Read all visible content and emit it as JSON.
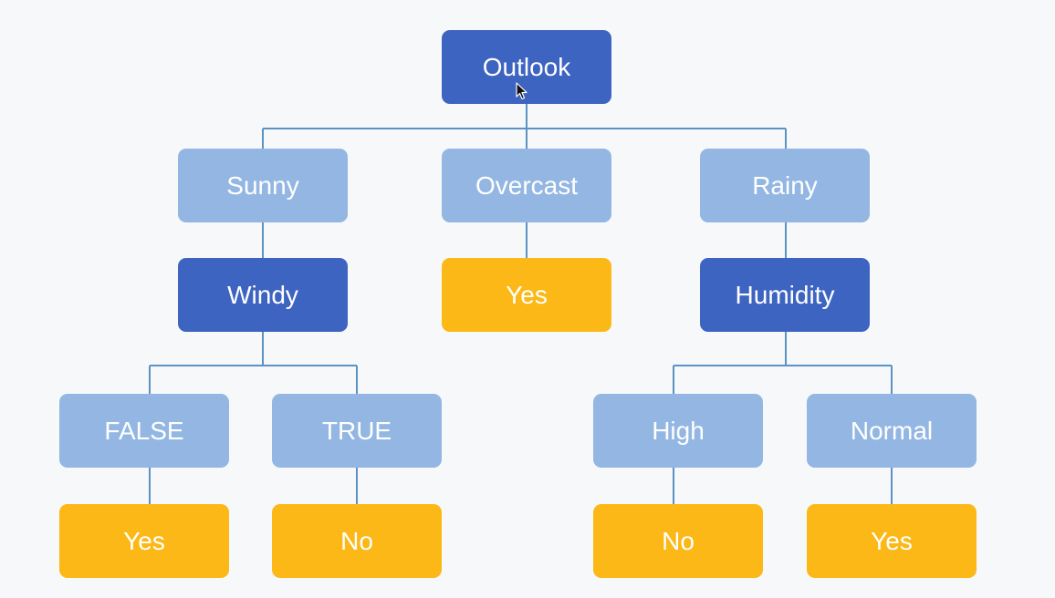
{
  "colors": {
    "decision": "#3e64c1",
    "branch": "#93b7e2",
    "leaf": "#fbb816",
    "connector": "#5b93c4",
    "background": "#f7f8fa"
  },
  "tree": {
    "root": "Outlook",
    "outlook_branches": {
      "sunny": "Sunny",
      "overcast": "Overcast",
      "rainy": "Rainy"
    },
    "sunny_child": "Windy",
    "overcast_child": "Yes",
    "rainy_child": "Humidity",
    "windy_branches": {
      "false": "FALSE",
      "true": "TRUE"
    },
    "windy_leaves": {
      "false": "Yes",
      "true": "No"
    },
    "humidity_branches": {
      "high": "High",
      "normal": "Normal"
    },
    "humidity_leaves": {
      "high": "No",
      "normal": "Yes"
    }
  },
  "cursor": "arrow-cursor-icon"
}
